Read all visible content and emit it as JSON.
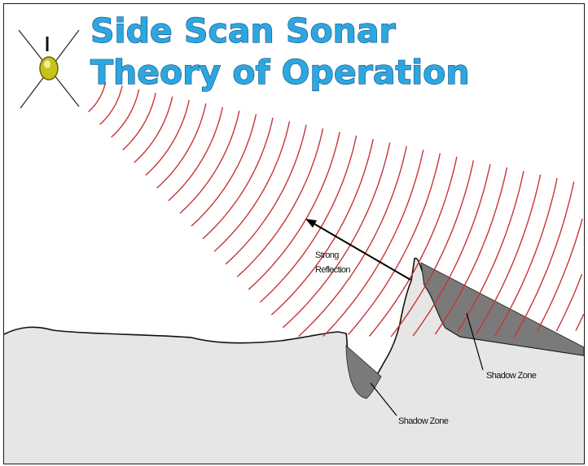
{
  "title": {
    "line1": "Side Scan Sonar",
    "line2": "Theory of Operation"
  },
  "labels": {
    "strong_reflection_line1": "Strong",
    "strong_reflection_line2": "Reflection",
    "shadow_zone_right": "Shadow Zone",
    "shadow_zone_bottom": "Shadow Zone"
  },
  "colors": {
    "title_fill": "#2ea6e0",
    "title_outline": "#0b4f86",
    "wave": "#c8343a",
    "seabed": "#e6e6e6",
    "shadow": "#7a7a7a",
    "towfish": "#c9c21a"
  },
  "icons": [
    "sonar-towfish-icon"
  ]
}
